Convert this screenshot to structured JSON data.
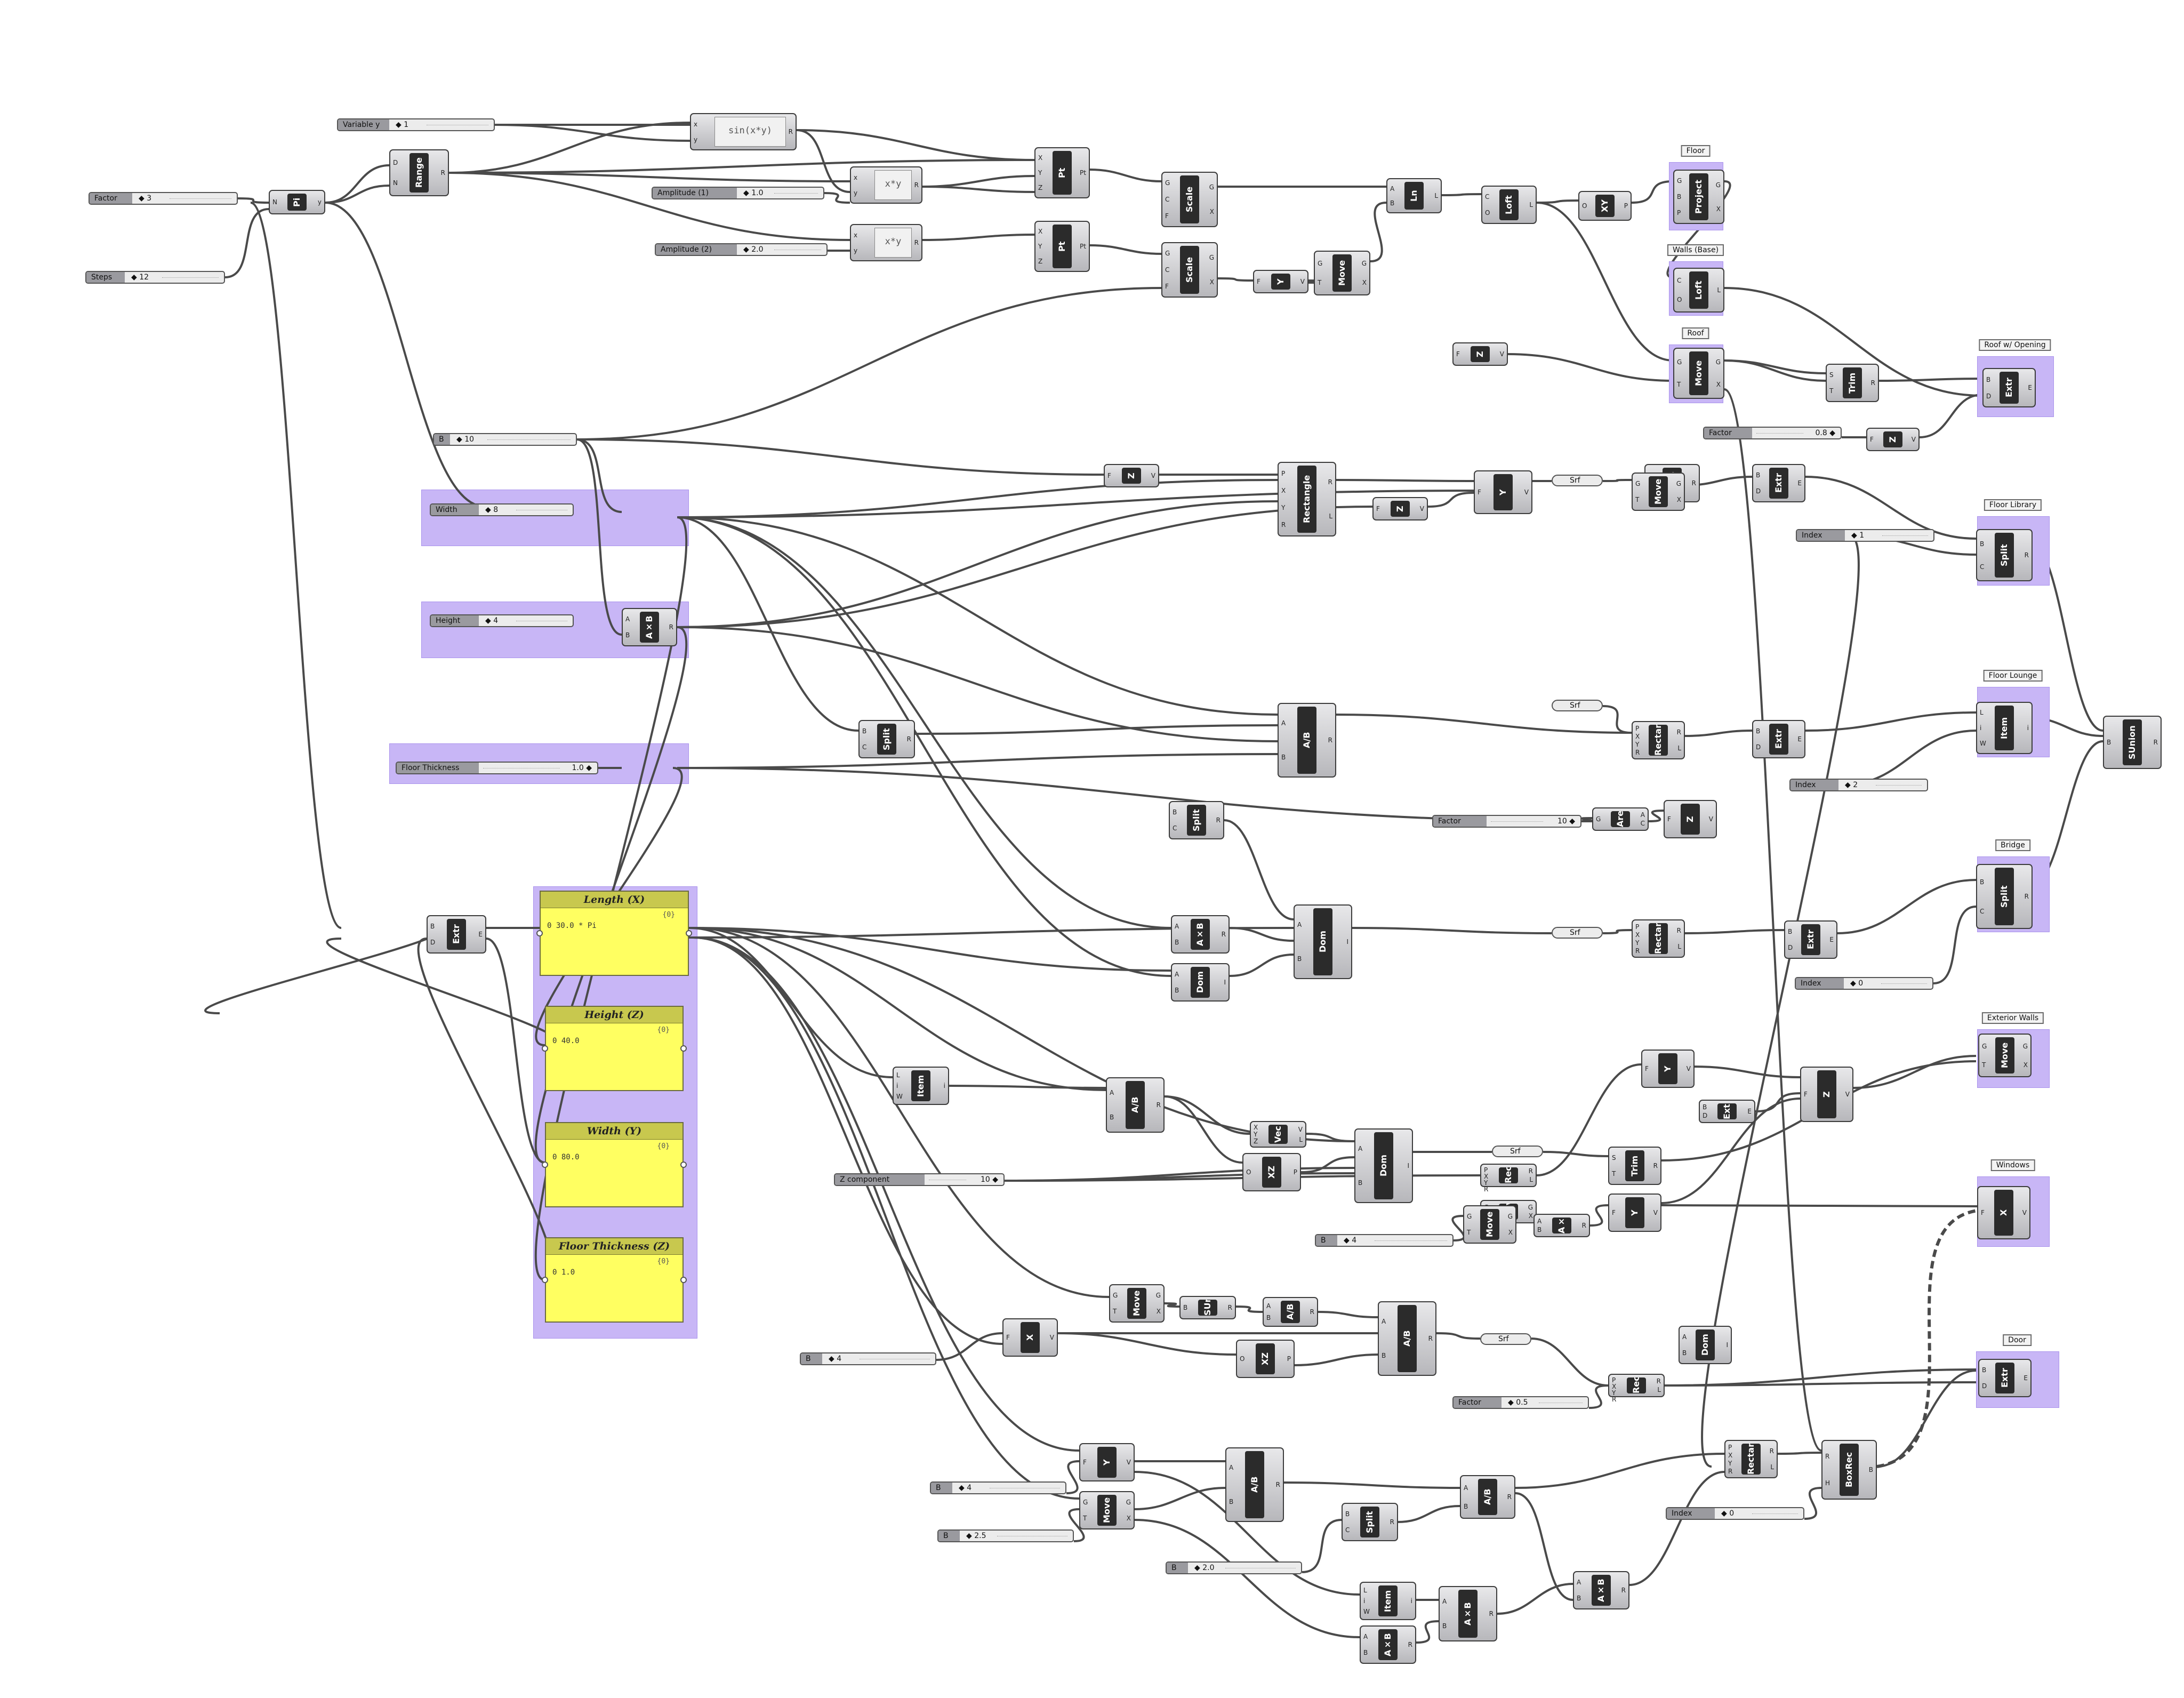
{
  "groups": [
    {
      "label": "Floor"
    },
    {
      "label": "Walls (Base)"
    },
    {
      "label": "Roof"
    },
    {
      "label": "Roof w/ Opening"
    },
    {
      "label": "Floor Library"
    },
    {
      "label": "Floor Lounge"
    },
    {
      "label": "Bridge"
    },
    {
      "label": "Exterior Walls"
    },
    {
      "label": "Windows"
    },
    {
      "label": "Door"
    }
  ],
  "sliders": [
    {
      "label": "Variable y",
      "value": "◆ 1"
    },
    {
      "label": "Factor",
      "value": "◆ 3"
    },
    {
      "label": "Steps",
      "value": "◆ 12"
    },
    {
      "label": "Amplitude (1)",
      "value": "◆ 1.0"
    },
    {
      "label": "Amplitude (2)",
      "value": "◆ 2.0"
    },
    {
      "label": "B",
      "value": "◆ 10"
    },
    {
      "label": "Width",
      "value": "◆ 8"
    },
    {
      "label": "Height",
      "value": "◆ 4"
    },
    {
      "label": "Floor Thickness",
      "value": "1.0 ◆"
    },
    {
      "label": "Factor",
      "value": "0.8 ◆"
    },
    {
      "label": "Index",
      "value": "◆ 1"
    },
    {
      "label": "Index",
      "value": "◆ 2"
    },
    {
      "label": "Factor",
      "value": "10 ◆"
    },
    {
      "label": "Index",
      "value": "◆ 0"
    },
    {
      "label": "Z component",
      "value": "10 ◆"
    },
    {
      "label": "B",
      "value": "◆ 4"
    },
    {
      "label": "B",
      "value": "◆ 4"
    },
    {
      "label": "Factor",
      "value": "◆ 0.5"
    },
    {
      "label": "B",
      "value": "◆ 4"
    },
    {
      "label": "B",
      "value": "◆ 2.5"
    },
    {
      "label": "B",
      "value": "◆ 2.0"
    },
    {
      "label": "Index",
      "value": "◆ 0"
    }
  ],
  "expressions": [
    {
      "name": "sin(x*y)",
      "in": [
        "x",
        "y"
      ],
      "out": [
        "R"
      ]
    },
    {
      "name": "x*y",
      "in": [
        "x",
        "y"
      ],
      "out": [
        "R"
      ]
    },
    {
      "name": "x*y",
      "in": [
        "x",
        "y"
      ],
      "out": [
        "R"
      ]
    }
  ],
  "panels": [
    {
      "title": "Length (X)",
      "index": "{0}",
      "value": "0 30.0 * Pi"
    },
    {
      "title": "Height (Z)",
      "index": "{0}",
      "value": "0 40.0"
    },
    {
      "title": "Width (Y)",
      "index": "{0}",
      "value": "0 80.0"
    },
    {
      "title": "Floor Thickness (Z)",
      "index": "{0}",
      "value": "0 1.0"
    }
  ],
  "components": [
    {
      "name": "Pi",
      "in": [
        "N"
      ],
      "out": [
        "y"
      ]
    },
    {
      "name": "Range",
      "in": [
        "D",
        "N"
      ],
      "out": [
        "R"
      ]
    },
    {
      "name": "Pt",
      "in": [
        "X",
        "Y",
        "Z"
      ],
      "out": [
        "Pt"
      ]
    },
    {
      "name": "Pt",
      "in": [
        "X",
        "Y",
        "Z"
      ],
      "out": [
        "Pt"
      ]
    },
    {
      "name": "Scale",
      "in": [
        "G",
        "C",
        "F"
      ],
      "out": [
        "G",
        "X"
      ]
    },
    {
      "name": "Scale",
      "in": [
        "G",
        "C",
        "F"
      ],
      "out": [
        "G",
        "X"
      ]
    },
    {
      "name": "Y",
      "in": [
        "F"
      ],
      "out": [
        "V"
      ]
    },
    {
      "name": "Move",
      "in": [
        "G",
        "T"
      ],
      "out": [
        "G",
        "X"
      ]
    },
    {
      "name": "Ln",
      "in": [
        "A",
        "B"
      ],
      "out": [
        "L"
      ]
    },
    {
      "name": "Loft",
      "in": [
        "C",
        "O"
      ],
      "out": [
        "L"
      ]
    },
    {
      "name": "XY",
      "in": [
        "O"
      ],
      "out": [
        "P"
      ]
    },
    {
      "name": "Project",
      "in": [
        "G",
        "B",
        "P"
      ],
      "out": [
        "G",
        "X"
      ]
    },
    {
      "name": "Loft",
      "in": [
        "C",
        "O"
      ],
      "out": [
        "L"
      ]
    },
    {
      "name": "Move",
      "in": [
        "G",
        "T"
      ],
      "out": [
        "G",
        "X"
      ]
    },
    {
      "name": "Z",
      "in": [
        "F"
      ],
      "out": [
        "V"
      ]
    },
    {
      "name": "Trim",
      "in": [
        "S",
        "T"
      ],
      "out": [
        "R"
      ]
    },
    {
      "name": "Extr",
      "in": [
        "B",
        "D"
      ],
      "out": [
        "E"
      ]
    },
    {
      "name": "Z",
      "in": [
        "F"
      ],
      "out": [
        "V"
      ]
    },
    {
      "name": "Split",
      "in": [
        "B",
        "C"
      ],
      "out": [
        "R"
      ]
    },
    {
      "name": "Item",
      "in": [
        "L",
        "i",
        "W"
      ],
      "out": [
        "i"
      ]
    },
    {
      "name": "Item",
      "in": [
        "L",
        "i",
        "W"
      ],
      "out": [
        "i"
      ]
    },
    {
      "name": "SUnion",
      "in": [
        "B"
      ],
      "out": [
        "R"
      ]
    },
    {
      "name": "A×B",
      "in": [
        "A",
        "B"
      ],
      "out": [
        "R"
      ]
    },
    {
      "name": "A×B",
      "in": [
        "A",
        "B"
      ],
      "out": [
        "R"
      ]
    },
    {
      "name": "Z",
      "in": [
        "F"
      ],
      "out": [
        "V"
      ]
    },
    {
      "name": "Z",
      "in": [
        "F"
      ],
      "out": [
        "V"
      ]
    },
    {
      "name": "Rectangle",
      "in": [
        "P",
        "X",
        "Y",
        "R"
      ],
      "out": [
        "R",
        "L"
      ]
    },
    {
      "name": "Y",
      "in": [
        "F"
      ],
      "out": [
        "V"
      ]
    },
    {
      "name": "Move",
      "in": [
        "G",
        "T"
      ],
      "out": [
        "G",
        "X"
      ]
    },
    {
      "name": "Extr",
      "in": [
        "B",
        "D"
      ],
      "out": [
        "E"
      ]
    },
    {
      "name": "Split",
      "in": [
        "B",
        "C"
      ],
      "out": [
        "R"
      ]
    },
    {
      "name": "A/B",
      "in": [
        "A",
        "B"
      ],
      "out": [
        "R"
      ]
    },
    {
      "name": "Rectangle",
      "in": [
        "P",
        "X",
        "Y",
        "R"
      ],
      "out": [
        "R",
        "L"
      ]
    },
    {
      "name": "Extr",
      "in": [
        "B",
        "D"
      ],
      "out": [
        "E"
      ]
    },
    {
      "name": "Split",
      "in": [
        "B",
        "C"
      ],
      "out": [
        "R"
      ]
    },
    {
      "name": "Area",
      "in": [
        "G"
      ],
      "out": [
        "A",
        "C"
      ]
    },
    {
      "name": "Z",
      "in": [
        "F"
      ],
      "out": [
        "V"
      ]
    },
    {
      "name": "Extr",
      "in": [
        "B",
        "D"
      ],
      "out": [
        "E"
      ]
    },
    {
      "name": "A×B",
      "in": [
        "A",
        "B"
      ],
      "out": [
        "R"
      ]
    },
    {
      "name": "Dom",
      "in": [
        "A",
        "B"
      ],
      "out": [
        "I"
      ]
    },
    {
      "name": "Dom",
      "in": [
        "A",
        "B"
      ],
      "out": [
        "I"
      ]
    },
    {
      "name": "Rectangle",
      "in": [
        "P",
        "X",
        "Y",
        "R"
      ],
      "out": [
        "R",
        "L"
      ]
    },
    {
      "name": "Extr",
      "in": [
        "B",
        "D"
      ],
      "out": [
        "E"
      ]
    },
    {
      "name": "Split",
      "in": [
        "B",
        "C"
      ],
      "out": [
        "R"
      ]
    },
    {
      "name": "Item",
      "in": [
        "L",
        "i",
        "W"
      ],
      "out": [
        "i"
      ]
    },
    {
      "name": "A/B",
      "in": [
        "A",
        "B"
      ],
      "out": [
        "R"
      ]
    },
    {
      "name": "Vec",
      "in": [
        "X",
        "Y",
        "Z"
      ],
      "out": [
        "V",
        "L"
      ]
    },
    {
      "name": "XZ",
      "in": [
        "O"
      ],
      "out": [
        "P"
      ]
    },
    {
      "name": "Dom",
      "in": [
        "A",
        "B"
      ],
      "out": [
        "I"
      ]
    },
    {
      "name": "Rectangle",
      "in": [
        "P",
        "X",
        "Y",
        "R"
      ],
      "out": [
        "R",
        "L"
      ]
    },
    {
      "name": "Y",
      "in": [
        "F"
      ],
      "out": [
        "V"
      ]
    },
    {
      "name": "Extr",
      "in": [
        "B",
        "D"
      ],
      "out": [
        "E"
      ]
    },
    {
      "name": "Z",
      "in": [
        "F"
      ],
      "out": [
        "V"
      ]
    },
    {
      "name": "Move",
      "in": [
        "G",
        "T"
      ],
      "out": [
        "G",
        "X"
      ]
    },
    {
      "name": "Trim",
      "in": [
        "S",
        "T"
      ],
      "out": [
        "R"
      ]
    },
    {
      "name": "Move",
      "in": [
        "G",
        "T"
      ],
      "out": [
        "G",
        "X"
      ]
    },
    {
      "name": "Y",
      "in": [
        "F"
      ],
      "out": [
        "V"
      ]
    },
    {
      "name": "Move",
      "in": [
        "G",
        "T"
      ],
      "out": [
        "G",
        "X"
      ]
    },
    {
      "name": "A×B",
      "in": [
        "A",
        "B"
      ],
      "out": [
        "R"
      ]
    },
    {
      "name": "X",
      "in": [
        "F"
      ],
      "out": [
        "V"
      ]
    },
    {
      "name": "Move",
      "in": [
        "G",
        "T"
      ],
      "out": [
        "G",
        "X"
      ]
    },
    {
      "name": "SUnion",
      "in": [
        "B"
      ],
      "out": [
        "R"
      ]
    },
    {
      "name": "A/B",
      "in": [
        "A",
        "B"
      ],
      "out": [
        "R"
      ]
    },
    {
      "name": "X",
      "in": [
        "F"
      ],
      "out": [
        "V"
      ]
    },
    {
      "name": "XZ",
      "in": [
        "O"
      ],
      "out": [
        "P"
      ]
    },
    {
      "name": "A/B",
      "in": [
        "A",
        "B"
      ],
      "out": [
        "R"
      ]
    },
    {
      "name": "Dom",
      "in": [
        "A",
        "B"
      ],
      "out": [
        "I"
      ]
    },
    {
      "name": "Rectangle",
      "in": [
        "P",
        "X",
        "Y",
        "R"
      ],
      "out": [
        "R",
        "L"
      ]
    },
    {
      "name": "Extr",
      "in": [
        "B",
        "D"
      ],
      "out": [
        "E"
      ]
    },
    {
      "name": "Y",
      "in": [
        "F"
      ],
      "out": [
        "V"
      ]
    },
    {
      "name": "Move",
      "in": [
        "G",
        "T"
      ],
      "out": [
        "G",
        "X"
      ]
    },
    {
      "name": "A/B",
      "in": [
        "A",
        "B"
      ],
      "out": [
        "R"
      ]
    },
    {
      "name": "A/B",
      "in": [
        "A",
        "B"
      ],
      "out": [
        "R"
      ]
    },
    {
      "name": "Rectangle",
      "in": [
        "P",
        "X",
        "Y",
        "R"
      ],
      "out": [
        "R",
        "L"
      ]
    },
    {
      "name": "BoxRec",
      "in": [
        "R",
        "H"
      ],
      "out": [
        "B"
      ]
    },
    {
      "name": "Split",
      "in": [
        "B",
        "C"
      ],
      "out": [
        "R"
      ]
    },
    {
      "name": "Item",
      "in": [
        "L",
        "i",
        "W"
      ],
      "out": [
        "i"
      ]
    },
    {
      "name": "A×B",
      "in": [
        "A",
        "B"
      ],
      "out": [
        "R"
      ]
    },
    {
      "name": "A×B",
      "in": [
        "A",
        "B"
      ],
      "out": [
        "R"
      ]
    },
    {
      "name": "A×B",
      "in": [
        "A",
        "B"
      ],
      "out": [
        "R"
      ]
    },
    {
      "name": "Vec",
      "in": [
        "X",
        "Y",
        "Z"
      ],
      "out": [
        "V",
        "L"
      ]
    },
    {
      "name": "Move",
      "in": [
        "G",
        "T"
      ],
      "out": [
        "G",
        "X"
      ]
    }
  ],
  "relays": [
    "Srf",
    "Srf",
    "Srf",
    "Srf",
    "Srf"
  ],
  "colors": {
    "group": "#c8b6f6",
    "panel": "#ffff61",
    "panel_header": "#c8c84e",
    "wire": "#4a4a4a"
  }
}
